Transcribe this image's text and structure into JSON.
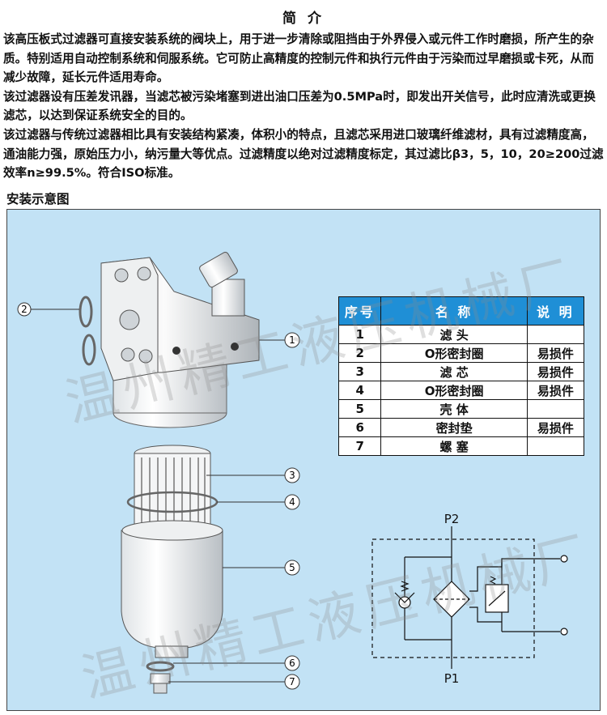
{
  "page": {
    "title": "简 介",
    "intro": [
      "该高压板式过滤器可直接安装系统的阀块上，用于进一步清除或阻挡由于外界侵入或元件工作时磨损，所产生的杂质。特别适用自动控制系统和伺服系统。它可防止高精度的控制元件和执行元件由于污染而过早磨损或卡死，从而减少故障，延长元件适用寿命。",
      "该过滤器设有压差发讯器，当滤芯被污染堵塞到进出油口压差为0.5MPa时，即发出开关信号，此时应清洗或更换滤芯，以达到保证系统安全的目的。",
      "该过滤器与传统过滤器相比具有安装结构紧凑，体积小的特点，且滤芯采用进口玻璃纤维滤材，具有过滤精度高，通油能力强，原始压力小，纳污量大等优点。过滤精度以绝对过滤精度标定，其过滤比β3，5，10，20≥200过滤效率n≥99.5%。符合ISO标准。"
    ],
    "section_title": "安装示意图"
  },
  "table": {
    "headers": [
      "序号",
      "名 称",
      "说 明"
    ],
    "rows": [
      {
        "no": "1",
        "name": "滤 头",
        "note": ""
      },
      {
        "no": "2",
        "name": "O形密封圈",
        "note": "易损件"
      },
      {
        "no": "3",
        "name": "滤 芯",
        "note": "易损件"
      },
      {
        "no": "4",
        "name": "O形密封圈",
        "note": "易损件"
      },
      {
        "no": "5",
        "name": "壳 体",
        "note": ""
      },
      {
        "no": "6",
        "name": "密封垫",
        "note": "易损件"
      },
      {
        "no": "7",
        "name": "螺 塞",
        "note": ""
      }
    ]
  },
  "callouts": [
    "1",
    "2",
    "3",
    "4",
    "5",
    "6",
    "7"
  ],
  "schematic": {
    "top_port": "P2",
    "bottom_port": "P1"
  },
  "watermark": "温州精工液压机械厂",
  "colors": {
    "panel_bg": "#c2e2f5",
    "header_bg": "#1f8fd6"
  }
}
